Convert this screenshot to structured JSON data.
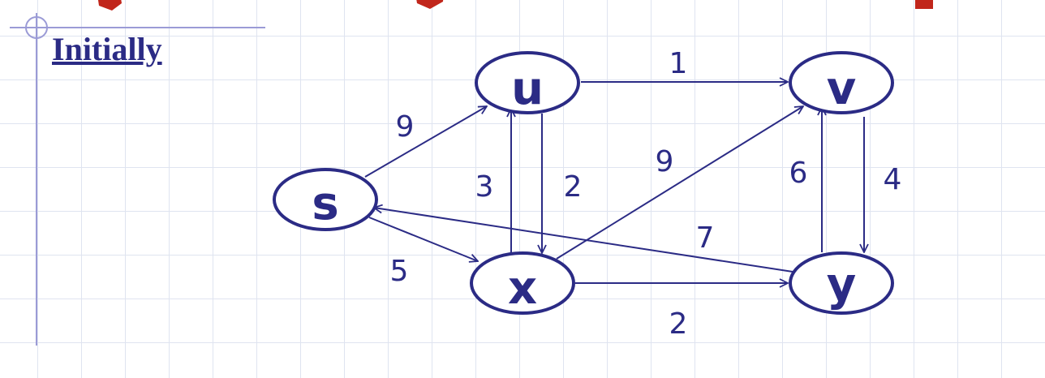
{
  "slide": {
    "heading": "Initially"
  },
  "colors": {
    "node_and_edge": "#2b2b85",
    "title_red": "#c1261b",
    "grid": "#dfe4f0",
    "frame": "#9b9bd6"
  },
  "graph": {
    "nodes": [
      {
        "id": "s",
        "label": "s"
      },
      {
        "id": "u",
        "label": "u"
      },
      {
        "id": "v",
        "label": "v"
      },
      {
        "id": "x",
        "label": "x"
      },
      {
        "id": "y",
        "label": "y"
      }
    ],
    "edges": [
      {
        "from": "s",
        "to": "u",
        "weight": "9"
      },
      {
        "from": "s",
        "to": "x",
        "weight": "5"
      },
      {
        "from": "u",
        "to": "v",
        "weight": "1"
      },
      {
        "from": "u",
        "to": "x",
        "weight": "2"
      },
      {
        "from": "x",
        "to": "u",
        "weight": "3"
      },
      {
        "from": "x",
        "to": "v",
        "weight": "9"
      },
      {
        "from": "x",
        "to": "y",
        "weight": "2"
      },
      {
        "from": "v",
        "to": "y",
        "weight": "4"
      },
      {
        "from": "y",
        "to": "v",
        "weight": "6"
      },
      {
        "from": "y",
        "to": "s",
        "weight": "7"
      }
    ]
  }
}
